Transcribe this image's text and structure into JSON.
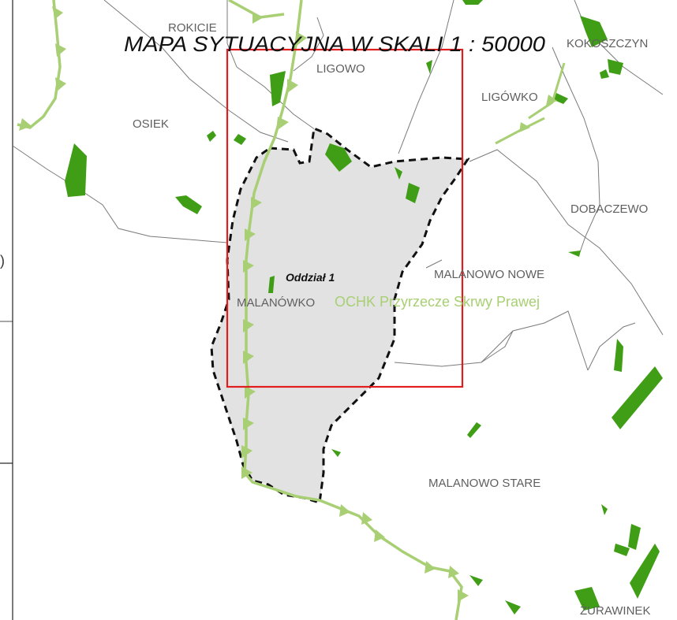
{
  "map": {
    "title": "MAPA SYTUACYJNA W SKALI  1 : 50000",
    "unit_label": "Oddział 1",
    "protected_area_label": "OCHK Przyrzecze Skrwy Prawej",
    "villages": {
      "rokicie": "ROKICIE",
      "ligowo": "LIGOWO",
      "kokoszczyn": "KOKOSZCZYN",
      "ligowko": "LIGÓWKO",
      "osiek": "OSIEK",
      "dobaczewo": "DOBACZEWO",
      "malanowo_nowe": "MALANOWO NOWE",
      "malanowko": "MALANÓWKO",
      "malanowo_stare": "MALANOWO STARE",
      "zurawinek": "ŻURAWINEK"
    },
    "edge_mark": ")",
    "colors": {
      "forest": "#3f9e15",
      "protected_area_line": "#a8cf73",
      "extent_frame": "#e01e1e",
      "unit_fill": "#e2e2e2",
      "unit_outline": "#111111",
      "boundary": "#7b7b7b",
      "label": "#5f5f5f"
    }
  }
}
